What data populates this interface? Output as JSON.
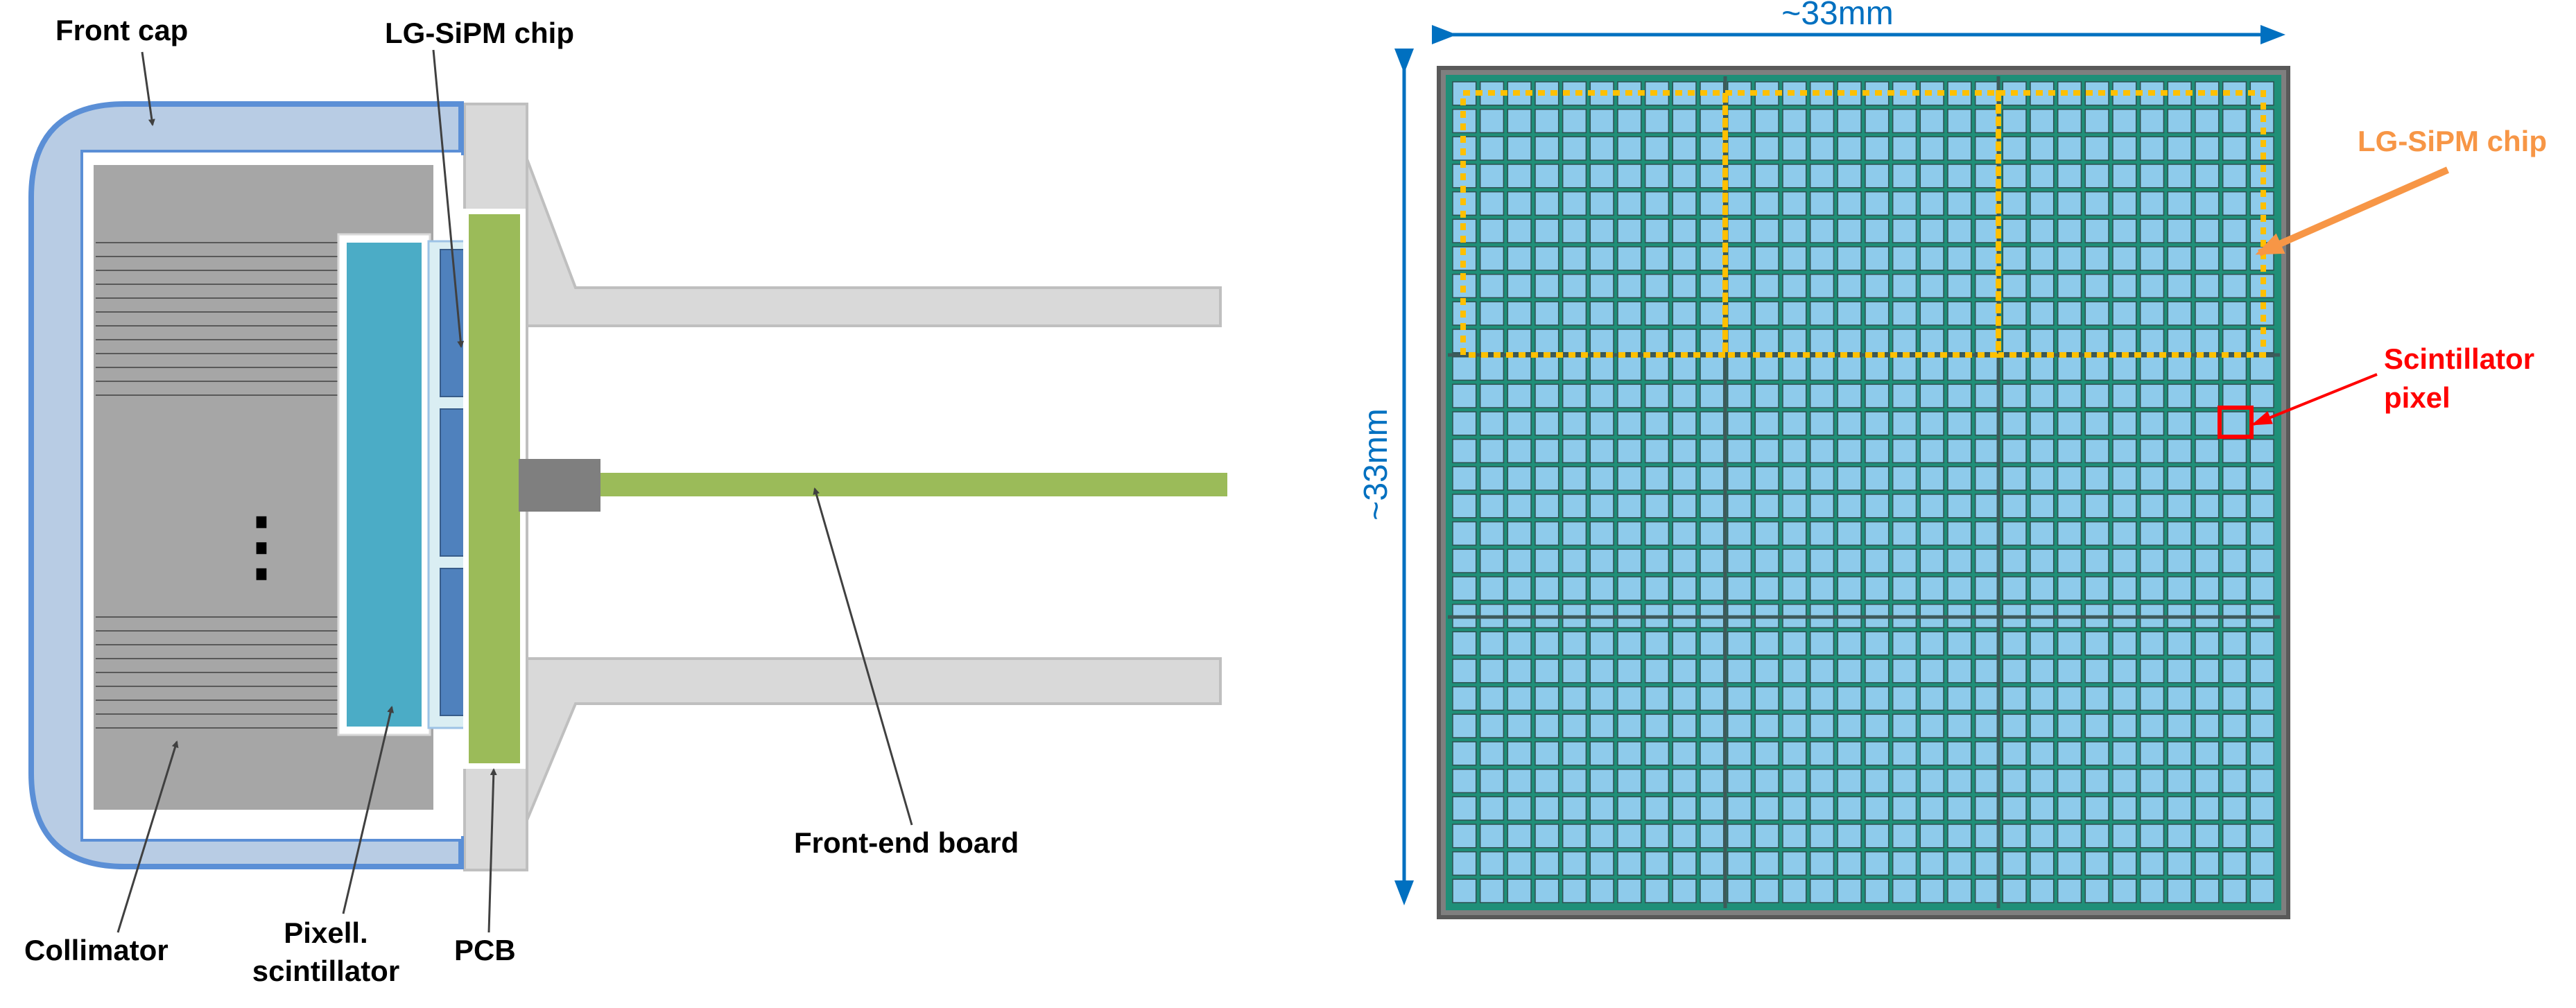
{
  "left_diagram": {
    "labels": {
      "front_cap": "Front cap",
      "lg_sipm_chip": "LG-SiPM chip",
      "collimator": "Collimator",
      "pixell_scintillator_line1": "Pixell.",
      "pixell_scintillator_line2": "scintillator",
      "pcb": "PCB",
      "front_end_board": "Front-end board",
      "ellipsis": "⋮"
    }
  },
  "right_diagram": {
    "width_label": "~33mm",
    "height_label": "~33mm",
    "lg_sipm_chip_label": "LG-SiPM chip",
    "scintillator_pixel_line1": "Scintillator",
    "scintillator_pixel_line2": "pixel",
    "pixel_grid": {
      "columns": 30,
      "rows": 30
    }
  },
  "colors": {
    "front_cap_fill": "#b8cce4",
    "front_cap_stroke": "#5b8fd6",
    "collimator": "#a6a6a6",
    "scintillator": "#4bacc6",
    "sipm": "#4f81bd",
    "pcb": "#9bbb59",
    "housing": "#d9d9d9",
    "connector": "#7f7f7f",
    "dimension_arrow": "#0070c0",
    "chip_outline": "#ffc000",
    "chip_label": "#f79646",
    "pixel_label": "#ff0000",
    "grid_bg": "#1f8f78",
    "pixel_fill": "#8ecbeb"
  }
}
